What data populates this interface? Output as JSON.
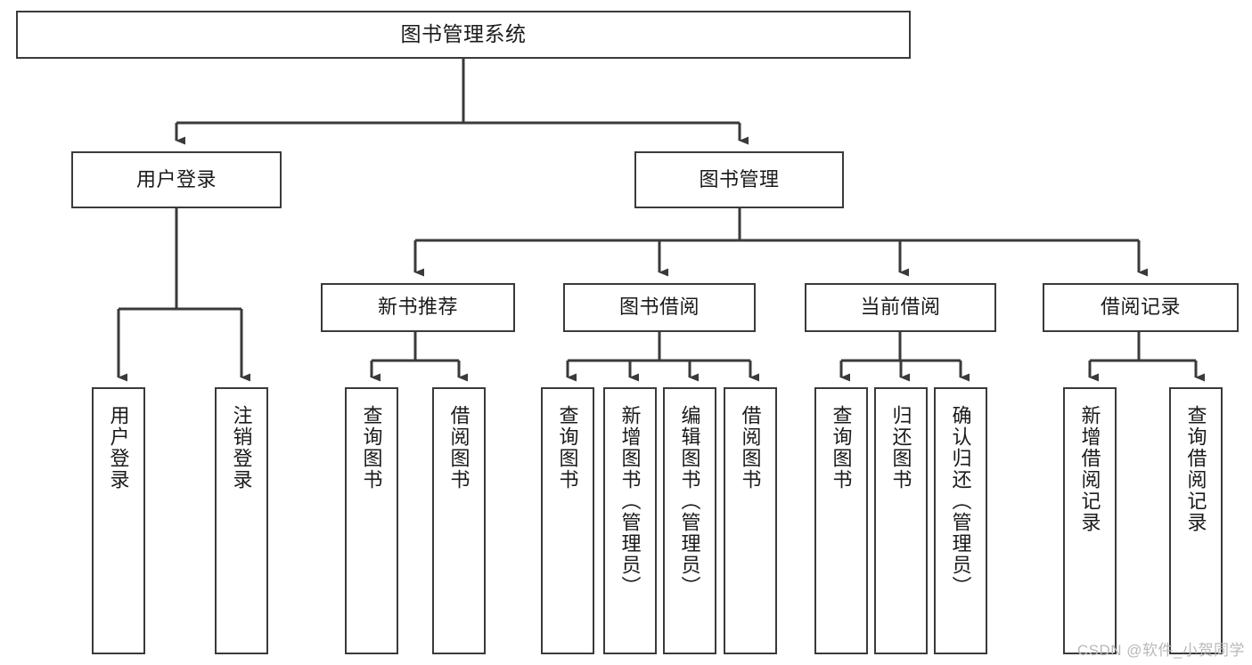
{
  "diagram": {
    "title": "图书管理系统",
    "type": "tree-hierarchy-chart",
    "watermark": "CSDN @软件_小贺同学",
    "colors": {
      "stroke": "#3a3a3a",
      "fill": "#ffffff",
      "text": "#1a1a1a",
      "watermark": "#b9b9b9"
    },
    "levels": {
      "root": {
        "label": "图书管理系统"
      },
      "level2": [
        {
          "id": "user-login",
          "label": "用户登录"
        },
        {
          "id": "book-manage",
          "label": "图书管理"
        }
      ],
      "level3": [
        {
          "id": "new-book-recommend",
          "label": "新书推荐",
          "parent": "book-manage"
        },
        {
          "id": "book-borrow",
          "label": "图书借阅",
          "parent": "book-manage"
        },
        {
          "id": "current-borrow",
          "label": "当前借阅",
          "parent": "book-manage"
        },
        {
          "id": "borrow-record",
          "label": "借阅记录",
          "parent": "book-manage"
        }
      ],
      "leaves": [
        {
          "id": "leaf-user-login",
          "label": "用户登录",
          "parent": "user-login"
        },
        {
          "id": "leaf-logout",
          "label": "注销登录",
          "parent": "user-login"
        },
        {
          "id": "leaf-query-book-1",
          "label": "查询图书",
          "parent": "new-book-recommend"
        },
        {
          "id": "leaf-borrow-book-1",
          "label": "借阅图书",
          "parent": "new-book-recommend"
        },
        {
          "id": "leaf-query-book-2",
          "label": "查询图书",
          "parent": "book-borrow"
        },
        {
          "id": "leaf-add-book",
          "label": "新增图书（管理员）",
          "parent": "book-borrow"
        },
        {
          "id": "leaf-edit-book",
          "label": "编辑图书（管理员）",
          "parent": "book-borrow"
        },
        {
          "id": "leaf-borrow-book-2",
          "label": "借阅图书",
          "parent": "book-borrow"
        },
        {
          "id": "leaf-query-book-3",
          "label": "查询图书",
          "parent": "current-borrow"
        },
        {
          "id": "leaf-return-book",
          "label": "归还图书",
          "parent": "current-borrow"
        },
        {
          "id": "leaf-confirm-return",
          "label": "确认归还（管理员）",
          "parent": "current-borrow"
        },
        {
          "id": "leaf-add-record",
          "label": "新增借阅记录",
          "parent": "borrow-record"
        },
        {
          "id": "leaf-query-record",
          "label": "查询借阅记录",
          "parent": "borrow-record"
        }
      ]
    }
  }
}
